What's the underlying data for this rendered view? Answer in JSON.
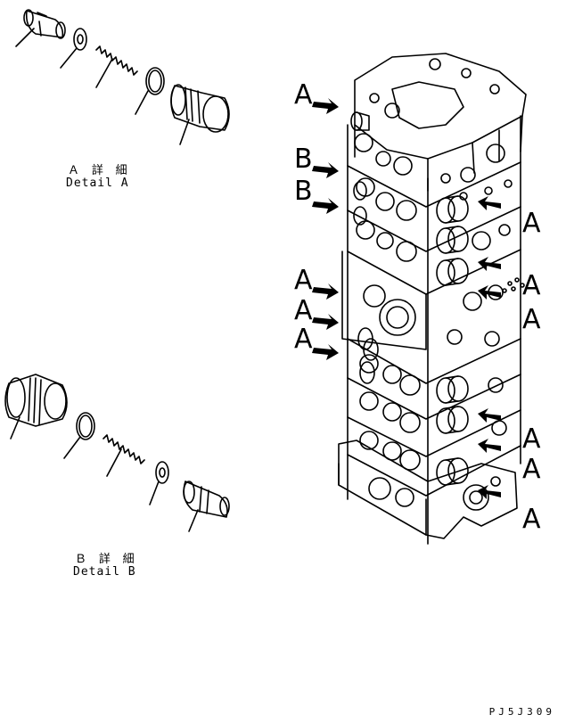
{
  "detail_a": {
    "title_jp": "Ａ 詳 細",
    "title_en": "Detail A"
  },
  "detail_b": {
    "title_jp": "Ｂ 詳 細",
    "title_en": "Detail B"
  },
  "callouts_left": [
    "A",
    "B",
    "B",
    "A",
    "A",
    "A"
  ],
  "callouts_right": [
    "A",
    "A",
    "A",
    "A",
    "A",
    "A"
  ],
  "drawing_code": "PJ5J309"
}
